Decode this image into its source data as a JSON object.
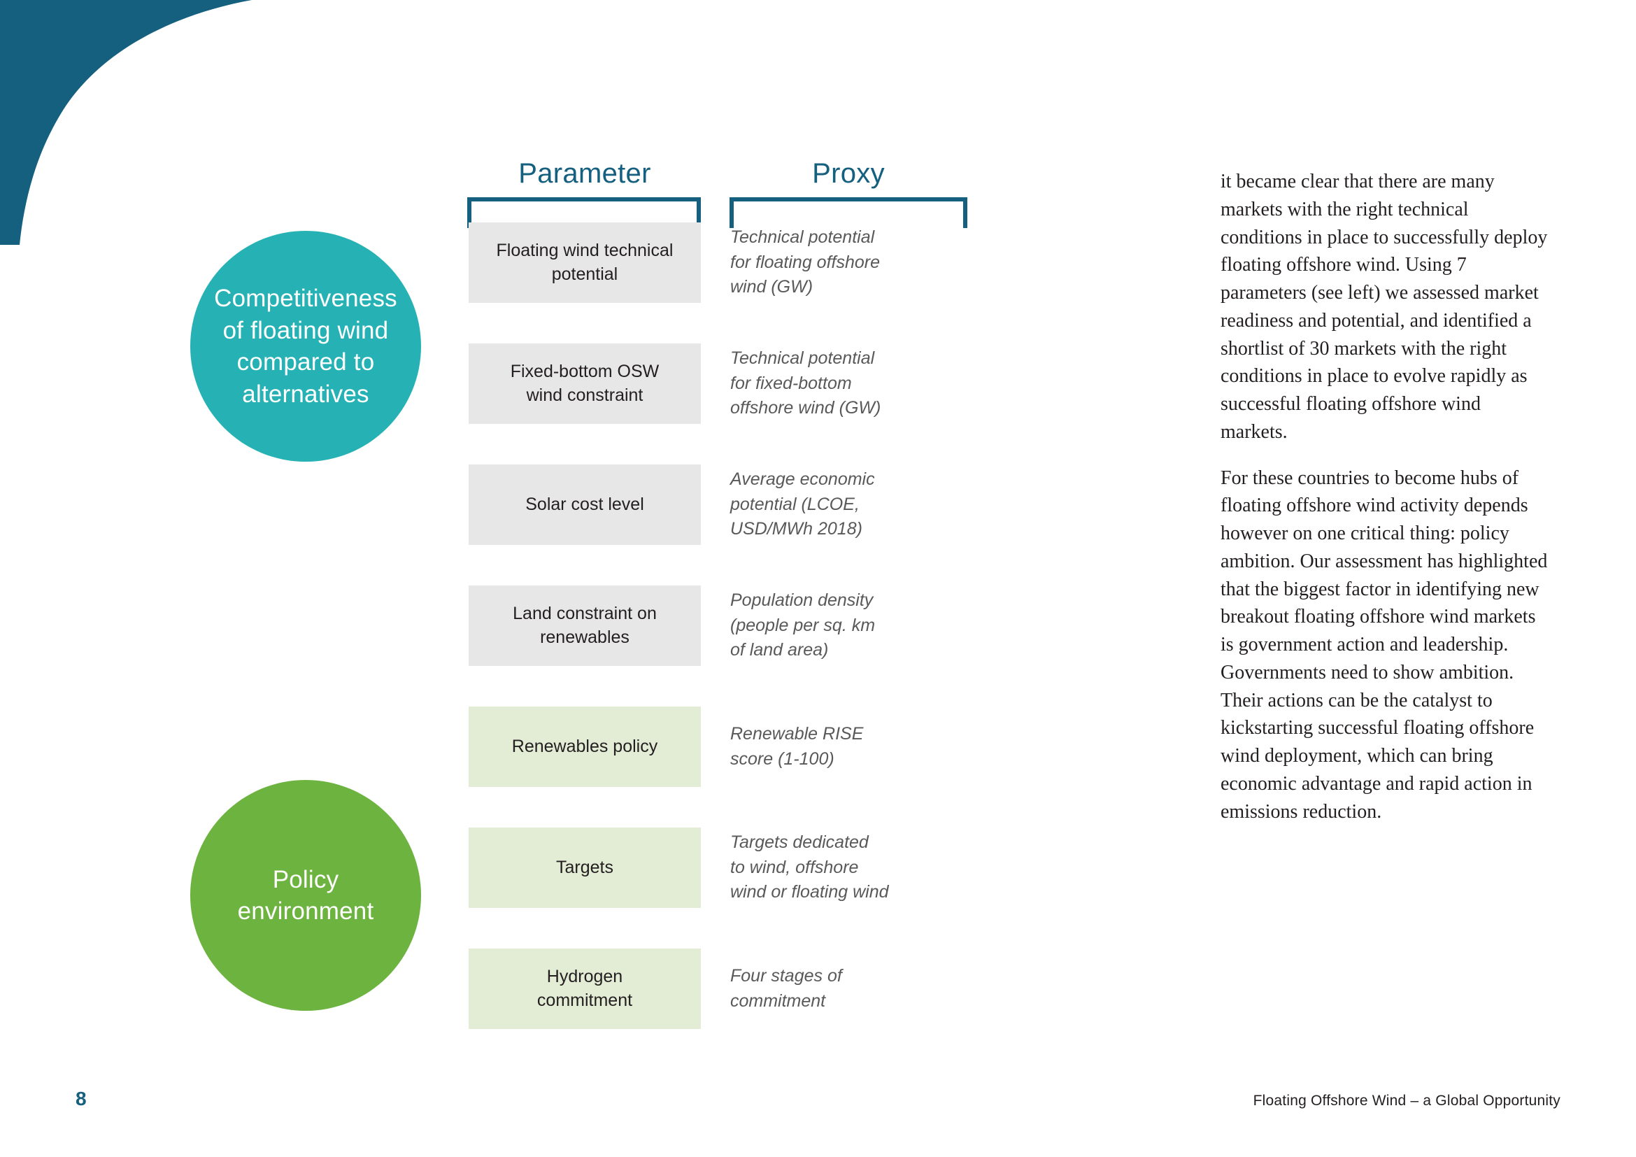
{
  "decoration": {
    "corner_color": "#15607f"
  },
  "groups": [
    {
      "id": "competitiveness",
      "label": "Competitiveness\nof floating wind\ncompared to\nalternatives",
      "color": "#26b2b4"
    },
    {
      "id": "policy",
      "label": "Policy\nenvironment",
      "color": "#6cb33f"
    }
  ],
  "columns": {
    "parameter_header": "Parameter",
    "proxy_header": "Proxy",
    "header_color": "#15607f"
  },
  "rows": [
    {
      "parameter": "Floating wind technical\npotential",
      "proxy": "Technical potential\nfor floating offshore\nwind (GW)",
      "group": "competitiveness",
      "box_color": "#e7e7e7"
    },
    {
      "parameter": "Fixed-bottom OSW\nwind constraint",
      "proxy": "Technical potential\nfor fixed-bottom\noffshore wind (GW)",
      "group": "competitiveness",
      "box_color": "#e7e7e7"
    },
    {
      "parameter": "Solar cost level",
      "proxy": "Average economic\npotential (LCOE,\nUSD/MWh 2018)",
      "group": "competitiveness",
      "box_color": "#e7e7e7"
    },
    {
      "parameter": "Land constraint on\nrenewables",
      "proxy": "Population density\n(people per sq. km\nof land area)",
      "group": "competitiveness",
      "box_color": "#e7e7e7"
    },
    {
      "parameter": "Renewables policy",
      "proxy": "Renewable RISE\nscore (1-100)",
      "group": "policy",
      "box_color": "#e3ecd5"
    },
    {
      "parameter": "Targets",
      "proxy": "Targets dedicated\nto wind, offshore\nwind or floating wind",
      "group": "policy",
      "box_color": "#e3ecd5"
    },
    {
      "parameter": "Hydrogen\ncommitment",
      "proxy": "Four stages of\ncommitment",
      "group": "policy",
      "box_color": "#e3ecd5"
    }
  ],
  "body": {
    "paragraphs": [
      "it became clear that there are many markets with the right technical conditions in place to successfully deploy floating offshore wind. Using 7 parameters (see left) we assessed market readiness and potential, and identified a shortlist of 30 markets with the right conditions in place to evolve rapidly as successful floating offshore wind markets.",
      "For these countries to become hubs of floating offshore wind activity depends however on one critical thing: policy ambition. Our assessment has highlighted that the biggest factor in identifying new breakout floating offshore wind markets is government action and leadership. Governments need to show ambition. Their actions can be the catalyst to kickstarting successful floating offshore wind deployment, which can bring economic advantage and rapid action in emissions reduction."
    ]
  },
  "footer": {
    "page_number": "8",
    "title": "Floating Offshore Wind – a Global Opportunity"
  }
}
